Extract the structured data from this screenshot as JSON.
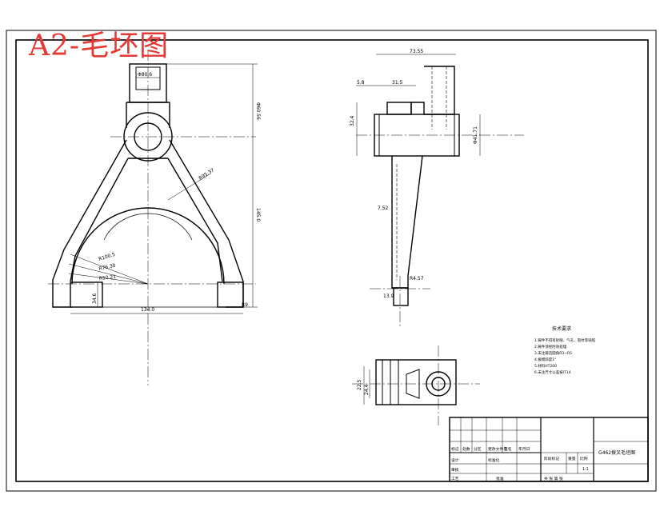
{
  "title": "A2-毛坯图",
  "accent_color": "#e53935",
  "drawing_name": "G462拨叉毛坯图",
  "views": {
    "front": {
      "dims": {
        "top_width": "Φ80.6",
        "height_top": "Φ60.56",
        "height_total": "145.0",
        "radius_arm": "R95.37",
        "r1": "R100.5",
        "r2": "R76.30",
        "r3": "R50.21",
        "slot": "34.6",
        "bottom_width": "134.0",
        "bottom_r": "R9"
      }
    },
    "side": {
      "dims": {
        "top": "73.55",
        "d1": "5.8",
        "d2": "31.5",
        "left_h": "32.4",
        "right_h": "Φ41.71",
        "mid": "7.52",
        "bottom": "13.9",
        "r_small": "R4.57"
      }
    },
    "bottom": {
      "dims": {
        "h1": "22.5",
        "h2": "24.4"
      }
    }
  },
  "tech_req": {
    "heading": "技术要求",
    "lines": [
      "1.铸件不得有砂眼、气孔、裂纹等缺陷",
      "2.铸件须经时效处理",
      "3.未注铸造圆角R3~R5",
      "4.拔模斜度1°",
      "5.材料HT200",
      "6.未注尺寸公差按IT14"
    ]
  },
  "title_block": {
    "labels": [
      "标记",
      "处数",
      "分区",
      "更改文件号",
      "签名",
      "年月日"
    ],
    "design": "设计",
    "standard": "标准化",
    "review": "审核",
    "craft": "工艺",
    "approve": "批准",
    "stage": "阶段标记",
    "weight": "重量",
    "scale": "比例",
    "scale_val": "1:1",
    "sheets": "共 张 第 张"
  }
}
